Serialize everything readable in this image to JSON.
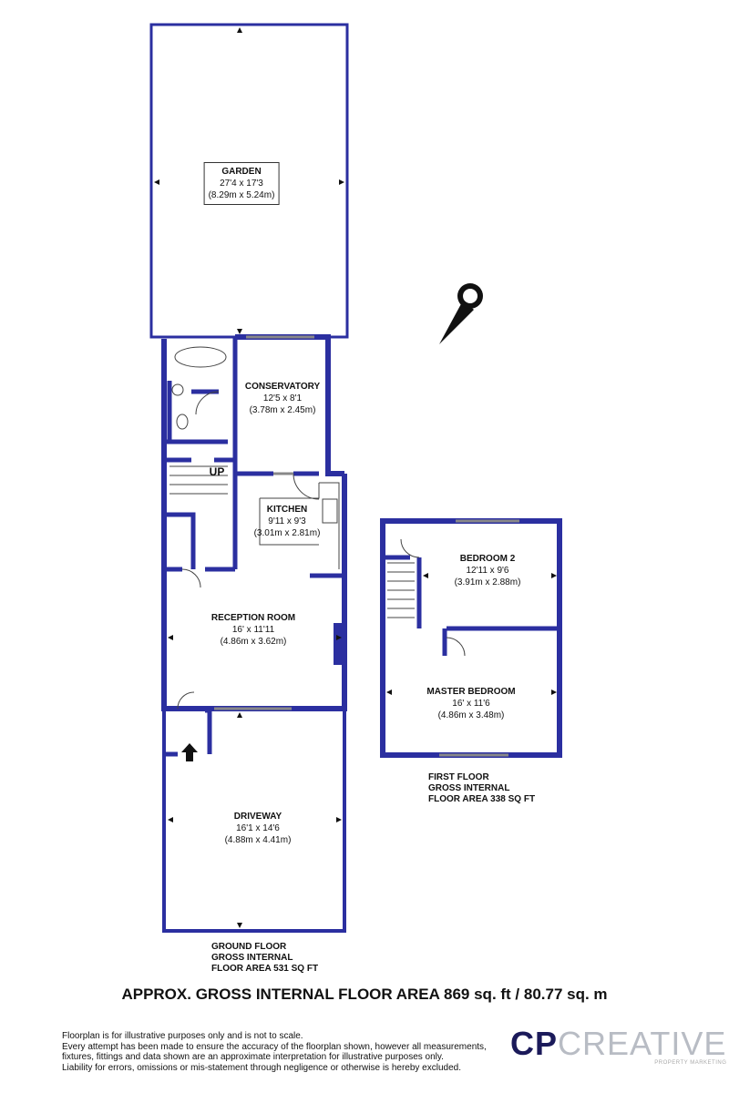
{
  "colors": {
    "wall": "#2b2fa0",
    "logo_cp": "#1b1a5a",
    "logo_rest": "#b8bcc4"
  },
  "rooms": {
    "garden": {
      "name": "GARDEN",
      "imperial": "27'4 x 17'3",
      "metric": "(8.29m x 5.24m)"
    },
    "conservatory": {
      "name": "CONSERVATORY",
      "imperial": "12'5 x 8'1",
      "metric": "(3.78m x 2.45m)"
    },
    "kitchen": {
      "name": "KITCHEN",
      "imperial": "9'11 x 9'3",
      "metric": "(3.01m x 2.81m)"
    },
    "reception": {
      "name": "RECEPTION ROOM",
      "imperial": "16' x 11'11",
      "metric": "(4.86m x 3.62m)"
    },
    "driveway": {
      "name": "DRIVEWAY",
      "imperial": "16'1 x 14'6",
      "metric": "(4.88m x 4.41m)"
    },
    "bedroom2": {
      "name": "BEDROOM 2",
      "imperial": "12'11 x 9'6",
      "metric": "(3.91m x 2.88m)"
    },
    "master": {
      "name": "MASTER BEDROOM",
      "imperial": "16' x 11'6",
      "metric": "(4.86m x 3.48m)"
    }
  },
  "stairs_label": "UP",
  "ground_floor": {
    "line1": "GROUND FLOOR",
    "line2": "GROSS INTERNAL",
    "line3": "FLOOR AREA 531 SQ FT"
  },
  "first_floor": {
    "line1": "FIRST FLOOR",
    "line2": "GROSS INTERNAL",
    "line3": "FLOOR AREA 338 SQ FT"
  },
  "total_area": "APPROX. GROSS INTERNAL FLOOR AREA 869 sq. ft / 80.77 sq. m",
  "disclaimer": [
    "Floorplan is for illustrative purposes only and is not to scale.",
    "Every attempt has been made to ensure the accuracy of the floorplan shown, however all measurements,",
    "fixtures, fittings and data shown are an approximate interpretation for illustrative purposes only.",
    "Liability for errors, omissions or mis-statement through negligence or otherwise is hereby excluded."
  ],
  "logo": {
    "cp": "CP",
    "rest": "CREATIVE",
    "sub": "PROPERTY MARKETING"
  },
  "icons": {
    "compass": "north-compass-icon",
    "entrance": "entrance-arrow-icon"
  }
}
